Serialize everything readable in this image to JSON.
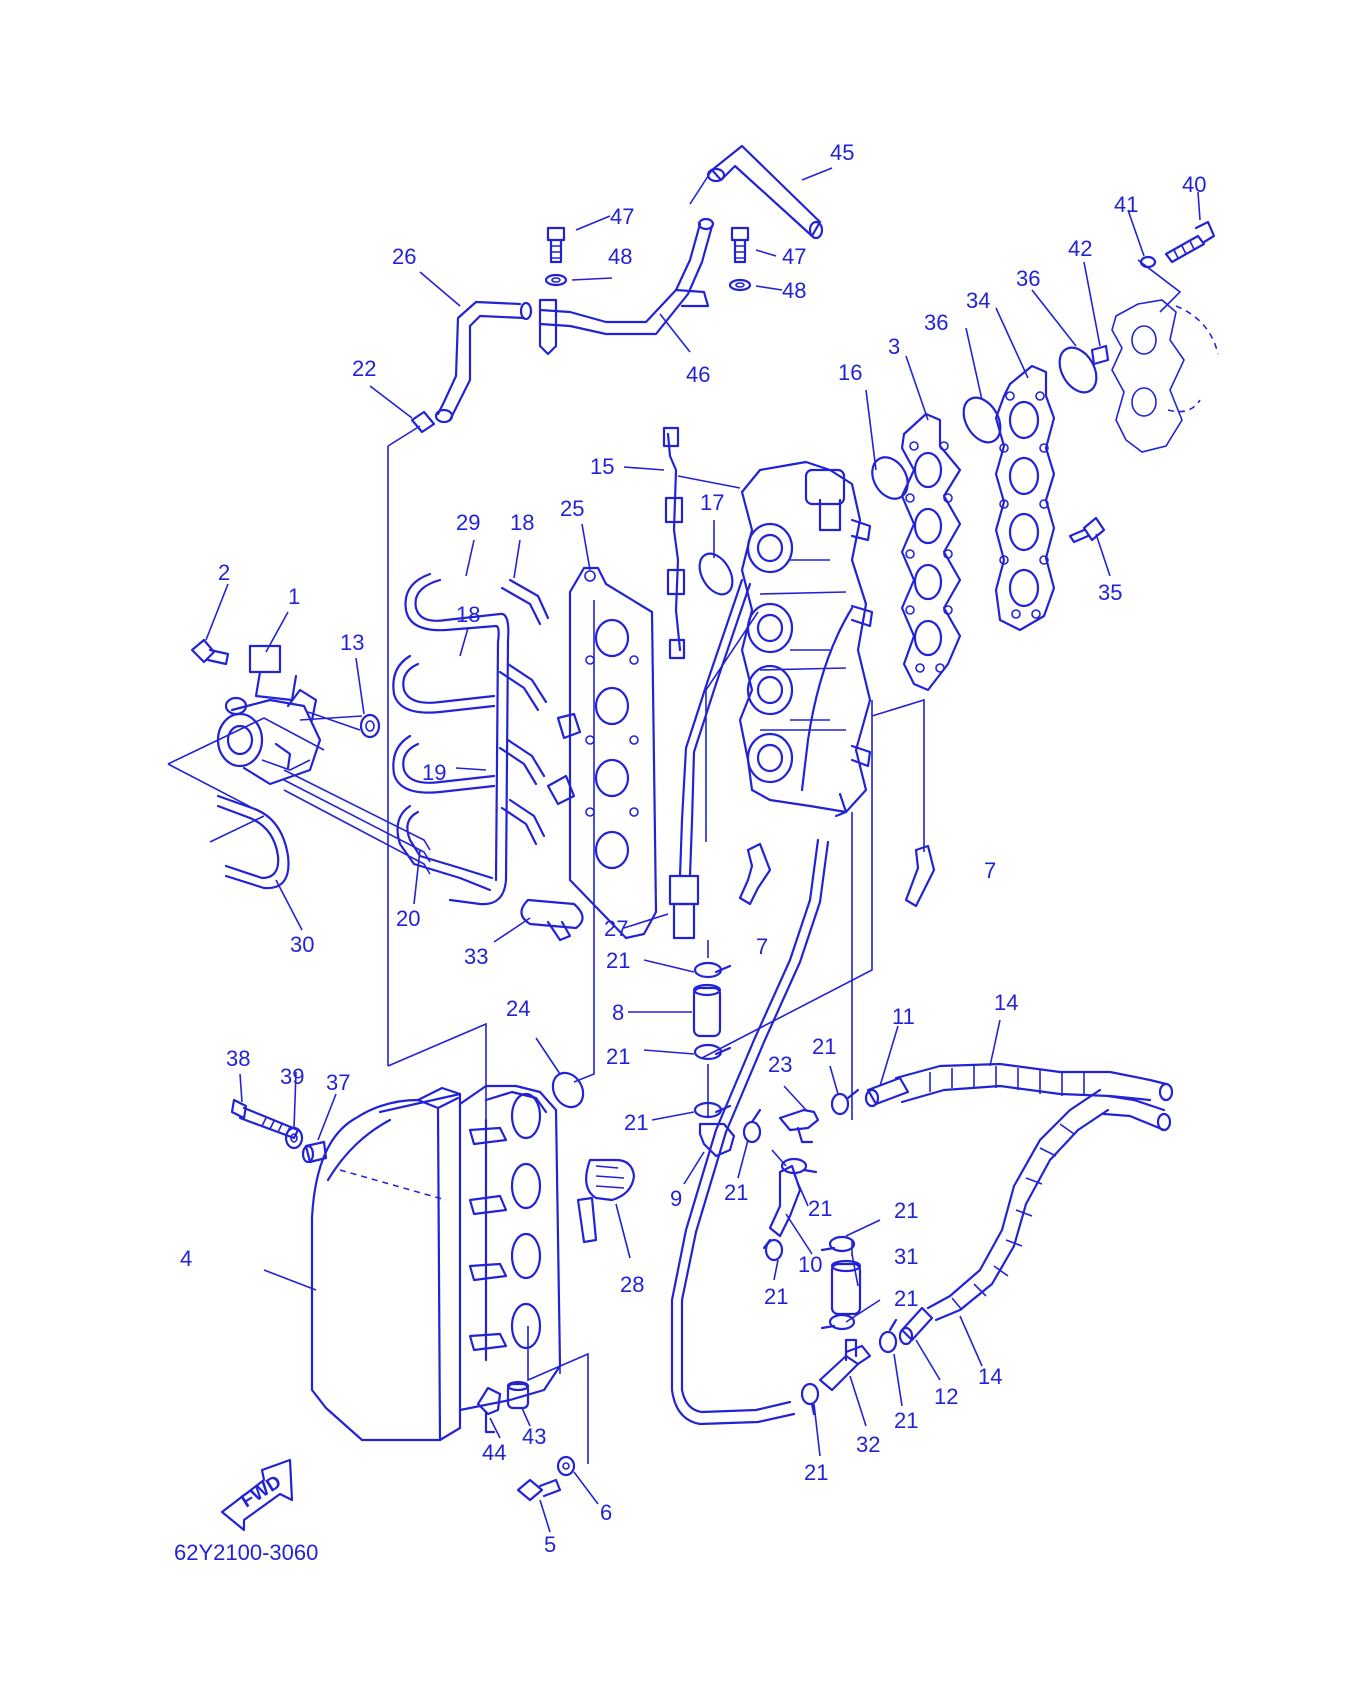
{
  "diagram": {
    "drawing_code": "62Y2100-3060",
    "direction_badge": "FWD",
    "line_color": "#2323d6",
    "callouts": [
      {
        "id": "c1",
        "text": "1"
      },
      {
        "id": "c2",
        "text": "2"
      },
      {
        "id": "c3",
        "text": "3"
      },
      {
        "id": "c4",
        "text": "4"
      },
      {
        "id": "c5",
        "text": "5"
      },
      {
        "id": "c6",
        "text": "6"
      },
      {
        "id": "c7a",
        "text": "7"
      },
      {
        "id": "c7b",
        "text": "7"
      },
      {
        "id": "c8",
        "text": "8"
      },
      {
        "id": "c9",
        "text": "9"
      },
      {
        "id": "c10",
        "text": "10"
      },
      {
        "id": "c11",
        "text": "11"
      },
      {
        "id": "c12",
        "text": "12"
      },
      {
        "id": "c13",
        "text": "13"
      },
      {
        "id": "c14a",
        "text": "14"
      },
      {
        "id": "c14b",
        "text": "14"
      },
      {
        "id": "c15",
        "text": "15"
      },
      {
        "id": "c16",
        "text": "16"
      },
      {
        "id": "c17",
        "text": "17"
      },
      {
        "id": "c18a",
        "text": "18"
      },
      {
        "id": "c18b",
        "text": "18"
      },
      {
        "id": "c19",
        "text": "19"
      },
      {
        "id": "c20",
        "text": "20"
      },
      {
        "id": "c21a",
        "text": "21"
      },
      {
        "id": "c21b",
        "text": "21"
      },
      {
        "id": "c21c",
        "text": "21"
      },
      {
        "id": "c21d",
        "text": "21"
      },
      {
        "id": "c21e",
        "text": "21"
      },
      {
        "id": "c21f",
        "text": "21"
      },
      {
        "id": "c21g",
        "text": "21"
      },
      {
        "id": "c21h",
        "text": "21"
      },
      {
        "id": "c21i",
        "text": "21"
      },
      {
        "id": "c21j",
        "text": "21"
      },
      {
        "id": "c21k",
        "text": "21"
      },
      {
        "id": "c22",
        "text": "22"
      },
      {
        "id": "c23",
        "text": "23"
      },
      {
        "id": "c24",
        "text": "24"
      },
      {
        "id": "c25",
        "text": "25"
      },
      {
        "id": "c26",
        "text": "26"
      },
      {
        "id": "c27",
        "text": "27"
      },
      {
        "id": "c28",
        "text": "28"
      },
      {
        "id": "c29",
        "text": "29"
      },
      {
        "id": "c30",
        "text": "30"
      },
      {
        "id": "c31",
        "text": "31"
      },
      {
        "id": "c32",
        "text": "32"
      },
      {
        "id": "c33",
        "text": "33"
      },
      {
        "id": "c34",
        "text": "34"
      },
      {
        "id": "c35",
        "text": "35"
      },
      {
        "id": "c36a",
        "text": "36"
      },
      {
        "id": "c36b",
        "text": "36"
      },
      {
        "id": "c37",
        "text": "37"
      },
      {
        "id": "c38",
        "text": "38"
      },
      {
        "id": "c39",
        "text": "39"
      },
      {
        "id": "c40",
        "text": "40"
      },
      {
        "id": "c41",
        "text": "41"
      },
      {
        "id": "c42",
        "text": "42"
      },
      {
        "id": "c43",
        "text": "43"
      },
      {
        "id": "c44",
        "text": "44"
      },
      {
        "id": "c45",
        "text": "45"
      },
      {
        "id": "c46",
        "text": "46"
      },
      {
        "id": "c47a",
        "text": "47"
      },
      {
        "id": "c47b",
        "text": "47"
      },
      {
        "id": "c48a",
        "text": "48"
      },
      {
        "id": "c48b",
        "text": "48"
      }
    ]
  }
}
